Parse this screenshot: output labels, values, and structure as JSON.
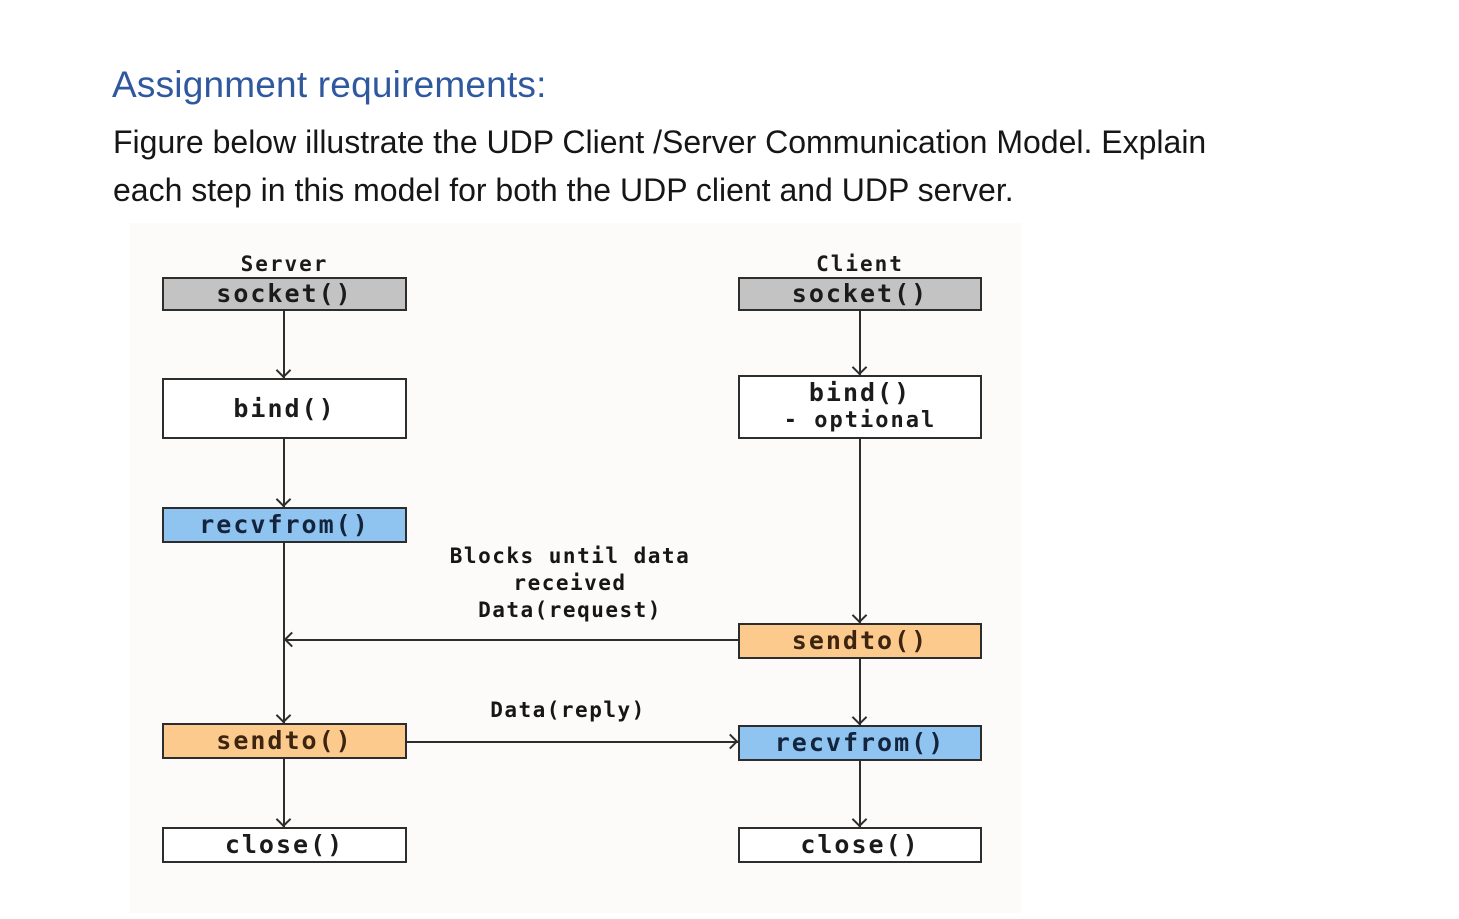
{
  "page": {
    "heading": "Assignment requirements:",
    "body": [
      "Figure below illustrate the UDP Client /Server Communication Model. Explain",
      "each step in this model for both the UDP client and UDP server."
    ]
  },
  "colors": {
    "heading_blue": "#30589f",
    "box_gray": "#c3c3c3",
    "box_blue": "#8fc4f0",
    "box_orange": "#fbca8c",
    "box_white": "#ffffff",
    "line": "#2d2d2d"
  },
  "diagram": {
    "server": {
      "title": "Server",
      "socket": "socket()",
      "bind": "bind()",
      "recvfrom": "recvfrom()",
      "sendto": "sendto()",
      "close": "close()"
    },
    "client": {
      "title": "Client",
      "socket": "socket()",
      "bind_line1": "bind()",
      "bind_line2": "- optional",
      "sendto": "sendto()",
      "recvfrom": "recvfrom()",
      "close": "close()"
    },
    "annotations": {
      "blocks_line1": "Blocks until data",
      "blocks_line2": "received",
      "request": "Data(request)",
      "reply": "Data(reply)"
    }
  }
}
